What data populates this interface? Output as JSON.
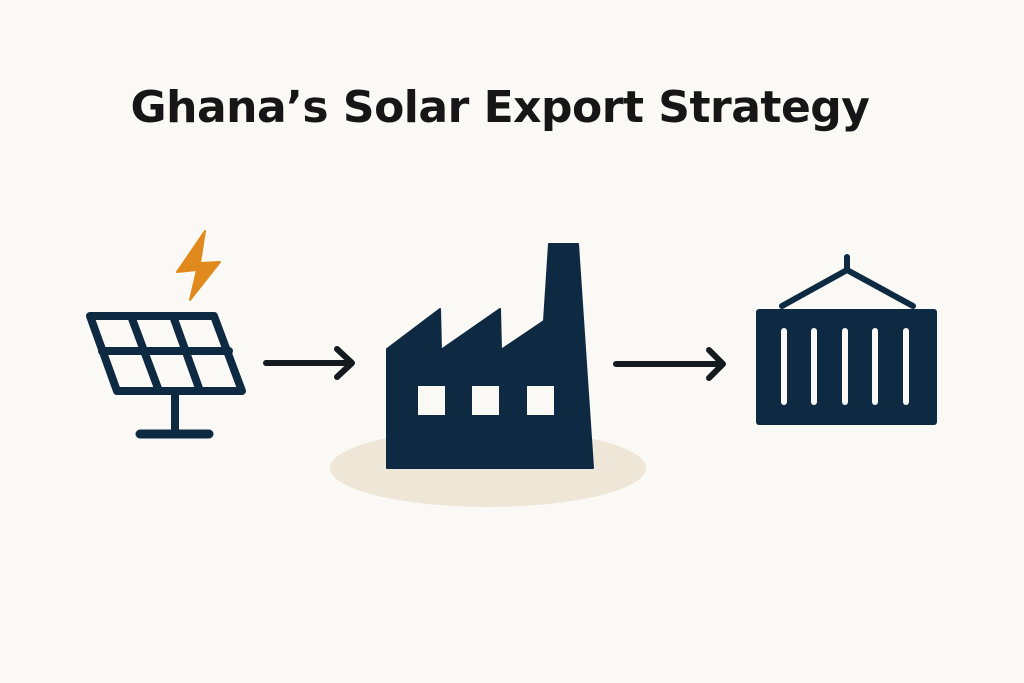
{
  "title": "Ghana’s Solar Export Strategy",
  "colors": {
    "background": "#FBF9F5",
    "icon_navy": "#0E2A42",
    "bolt_orange": "#E08A1E",
    "arrow": "#141A1E",
    "ground_shadow": "#EEE6D6",
    "title_text": "#161616"
  },
  "flow": {
    "steps": [
      {
        "id": "solar",
        "icon": "solar-panel-icon",
        "accent_icon": "lightning-bolt-icon"
      },
      {
        "id": "factory",
        "icon": "factory-icon"
      },
      {
        "id": "export",
        "icon": "shipping-container-icon"
      }
    ],
    "connectors": [
      {
        "from": "solar",
        "to": "factory",
        "icon": "arrow-right-icon"
      },
      {
        "from": "factory",
        "to": "export",
        "icon": "arrow-right-icon"
      }
    ]
  }
}
